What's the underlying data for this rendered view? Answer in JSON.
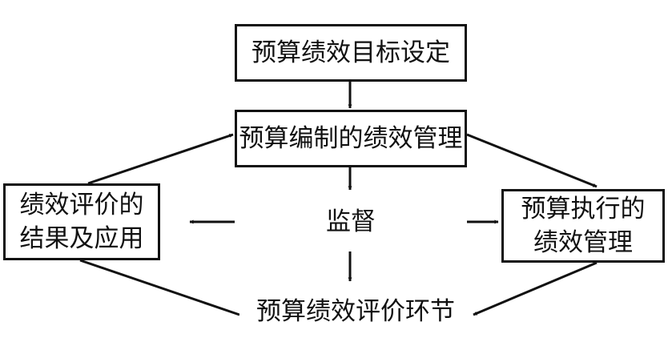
{
  "nodes": {
    "goal": "预算绩效目标设定",
    "preparation": "预算编制的绩效管理",
    "monitor": "监督",
    "execution": [
      "预算执行的",
      "绩效管理"
    ],
    "application": [
      "绩效评价的",
      "结果及应用"
    ],
    "evaluation": "预算绩效评价环节"
  },
  "edges": [
    {
      "from": "goal",
      "to": "preparation"
    },
    {
      "from": "preparation",
      "to": "monitor"
    },
    {
      "from": "preparation",
      "to": "execution"
    },
    {
      "from": "monitor",
      "to": "application"
    },
    {
      "from": "monitor",
      "to": "execution"
    },
    {
      "from": "monitor",
      "to": "evaluation"
    },
    {
      "from": "execution",
      "to": "evaluation"
    },
    {
      "from": "evaluation",
      "to": "application"
    },
    {
      "from": "application",
      "to": "preparation"
    }
  ],
  "colors": {
    "stroke": "#111111",
    "background": "#ffffff"
  }
}
